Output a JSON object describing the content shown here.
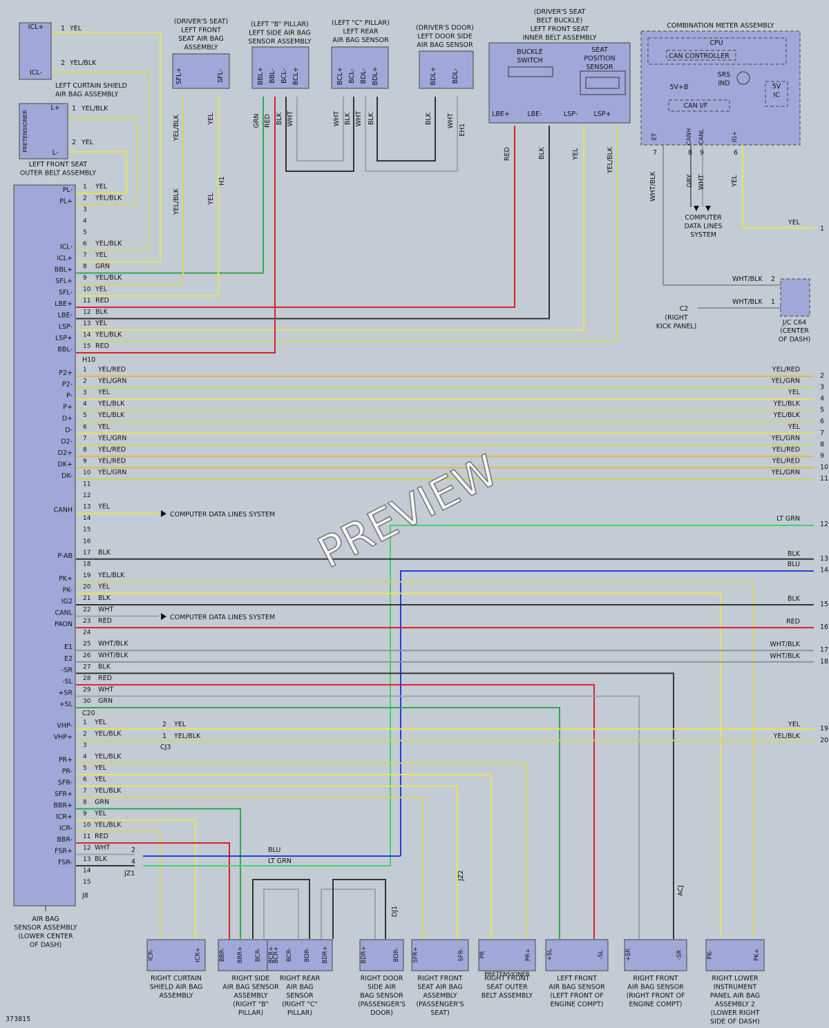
{
  "diagram_id": "373815",
  "watermark": "PREVIEW",
  "colors": {
    "YEL": "#e7e35a",
    "YEL/BLK": "#d7d26a",
    "YEL/RED": "#e6b640",
    "YEL/GRN": "#c3d95a",
    "GRN": "#2fa84a",
    "LT GRN": "#46d16b",
    "RED": "#d8202a",
    "BLK": "#333333",
    "WHT": "#9aa4ab",
    "WHT/BLK": "#8a949b",
    "BLU": "#1f3fd6",
    "GRY": "#6a7078"
  },
  "components": {
    "left_curtain": {
      "pins": [
        "ICL+",
        "ICL-"
      ],
      "caption": [
        "LEFT CURTAIN SHIELD",
        "AIR BAG ASSEMBLY"
      ]
    },
    "pretensioner": {
      "pins": [
        "L+",
        "L-"
      ],
      "side": "PRETENSIONER",
      "caption": [
        "LEFT FRONT SEAT",
        "OUTER BELT ASSEMBLY"
      ]
    },
    "left_front_seat": {
      "title": [
        "(DRIVER'S SEAT)",
        "LEFT FRONT",
        "SEAT AIR BAG",
        "ASSEMBLY"
      ],
      "pins": [
        "SFL+",
        "SFL-"
      ]
    },
    "left_b_pillar": {
      "title": [
        "(LEFT \"B\" PILLAR)",
        "LEFT SIDE AIR BAG",
        "SENSOR ASSEMBLY"
      ],
      "pins": [
        "BBL+",
        "BBL-",
        "BCL-",
        "BCL+"
      ]
    },
    "left_c_pillar": {
      "title": [
        "(LEFT \"C\" PILLAR)",
        "LEFT REAR",
        "AIR BAG SENSOR"
      ],
      "pins": [
        "BCL+",
        "BCL-",
        "BDL-",
        "BDL+"
      ]
    },
    "left_door": {
      "title": [
        "(DRIVER'S DOOR)",
        "LEFT DOOR SIDE",
        "AIR BAG SENSOR"
      ],
      "pins": [
        "BDL+",
        "BDL-"
      ]
    },
    "belt_buckle": {
      "title": [
        "(DRIVER'S SEAT",
        "BELT BUCKLE)",
        "LEFT FRONT SEAT",
        "INNER BELT ASSEMBLY"
      ],
      "buckle": [
        "BUCKLE",
        "SWITCH"
      ],
      "seatpos": [
        "SEAT",
        "POSITION",
        "SENSOR"
      ],
      "pins": [
        "LBE+",
        "LBE-",
        "LSP-",
        "LSP+"
      ]
    },
    "combo_meter": {
      "title": "COMBINATION METER ASSEMBLY",
      "cpu": "CPU",
      "can_controller": "CAN CONTROLLER",
      "can_if": "CAN I/F",
      "v5b": "5V+B",
      "srs": [
        "SRS",
        "IND"
      ],
      "ic": [
        "5V",
        "IC"
      ],
      "pins": [
        "ET",
        "CANH",
        "CANL",
        "IG+"
      ]
    },
    "main": {
      "caption": [
        "AIR BAG",
        "SENSOR ASSEMBLY",
        "(LOWER CENTER",
        "OF DASH)"
      ]
    },
    "ground": {
      "label": "C2",
      "caption": [
        "(RIGHT",
        "KICK PANEL)"
      ]
    },
    "jc": {
      "label": "J/C C64",
      "caption": [
        "(CENTER",
        "OF DASH)"
      ]
    },
    "cdl": {
      "caption": [
        "COMPUTER",
        "DATA LINES",
        "SYSTEM"
      ],
      "arrow": "COMPUTER DATA LINES SYSTEM"
    }
  },
  "h10_pins": [
    {
      "n": "1",
      "name": "PL-",
      "wire": "YEL"
    },
    {
      "n": "2",
      "name": "PL+",
      "wire": "YEL/BLK"
    },
    {
      "n": "3",
      "name": "",
      "wire": ""
    },
    {
      "n": "4",
      "name": "",
      "wire": ""
    },
    {
      "n": "5",
      "name": "",
      "wire": ""
    },
    {
      "n": "6",
      "name": "ICL-",
      "wire": "YEL/BLK"
    },
    {
      "n": "7",
      "name": "ICL+",
      "wire": "YEL"
    },
    {
      "n": "8",
      "name": "BBL+",
      "wire": "GRN"
    },
    {
      "n": "9",
      "name": "SFL+",
      "wire": "YEL/BLK"
    },
    {
      "n": "10",
      "name": "SFL-",
      "wire": "YEL"
    },
    {
      "n": "11",
      "name": "LBE+",
      "wire": "RED"
    },
    {
      "n": "12",
      "name": "LBE-",
      "wire": "BLK"
    },
    {
      "n": "13",
      "name": "LSP-",
      "wire": "YEL"
    },
    {
      "n": "14",
      "name": "LSP+",
      "wire": "YEL/BLK"
    },
    {
      "n": "15",
      "name": "BBL-",
      "wire": "RED"
    }
  ],
  "connector_labels": {
    "h10": "H10",
    "c20": "C20",
    "cj3": "CJ3",
    "j8": "J8",
    "h1": "H1",
    "eh1": "EH1",
    "dj1": "DJ1",
    "jz2": "JZ2",
    "jz1": "JZ1",
    "acj": "ACJ"
  },
  "c20_pins": [
    {
      "n": "1",
      "name": "P2+",
      "wire": "YEL/RED",
      "out": "2",
      "rw": "YEL/RED"
    },
    {
      "n": "2",
      "name": "P2-",
      "wire": "YEL/GRN",
      "out": "3",
      "rw": "YEL/GRN"
    },
    {
      "n": "3",
      "name": "P-",
      "wire": "YEL",
      "out": "4",
      "rw": "YEL"
    },
    {
      "n": "4",
      "name": "P+",
      "wire": "YEL/BLK",
      "out": "5",
      "rw": "YEL/BLK"
    },
    {
      "n": "5",
      "name": "D+",
      "wire": "YEL/BLK",
      "out": "6",
      "rw": "YEL/BLK"
    },
    {
      "n": "6",
      "name": "D-",
      "wire": "YEL",
      "out": "7",
      "rw": "YEL"
    },
    {
      "n": "7",
      "name": "D2-",
      "wire": "YEL/GRN",
      "out": "8",
      "rw": "YEL/GRN"
    },
    {
      "n": "8",
      "name": "D2+",
      "wire": "YEL/RED",
      "out": "9",
      "rw": "YEL/RED"
    },
    {
      "n": "9",
      "name": "DK+",
      "wire": "YEL/RED",
      "out": "10",
      "rw": "YEL/RED"
    },
    {
      "n": "10",
      "name": "DK-",
      "wire": "YEL/GRN",
      "out": "11",
      "rw": "YEL/GRN"
    },
    {
      "n": "11",
      "name": "",
      "wire": "",
      "out": "",
      "rw": ""
    },
    {
      "n": "12",
      "name": "",
      "wire": "",
      "out": "",
      "rw": ""
    },
    {
      "n": "13",
      "name": "CANH",
      "wire": "YEL",
      "out": "",
      "rw": ""
    },
    {
      "n": "14",
      "name": "",
      "wire": "",
      "out": "12",
      "rw": "LT GRN"
    },
    {
      "n": "15",
      "name": "",
      "wire": "",
      "out": "",
      "rw": ""
    },
    {
      "n": "16",
      "name": "",
      "wire": "",
      "out": "",
      "rw": ""
    },
    {
      "n": "17",
      "name": "P-AB",
      "wire": "BLK",
      "out": "13",
      "rw": "BLK"
    },
    {
      "n": "18",
      "name": "",
      "wire": "",
      "out": "14",
      "rw": "BLU"
    },
    {
      "n": "19",
      "name": "PK+",
      "wire": "YEL/BLK",
      "out": "",
      "rw": ""
    },
    {
      "n": "20",
      "name": "PK-",
      "wire": "YEL",
      "out": "",
      "rw": ""
    },
    {
      "n": "21",
      "name": "IG2",
      "wire": "BLK",
      "out": "15",
      "rw": "BLK"
    },
    {
      "n": "22",
      "name": "CANL",
      "wire": "WHT",
      "out": "",
      "rw": ""
    },
    {
      "n": "23",
      "name": "PAON",
      "wire": "RED",
      "out": "16",
      "rw": "RED"
    },
    {
      "n": "24",
      "name": "",
      "wire": "",
      "out": "",
      "rw": ""
    },
    {
      "n": "25",
      "name": "E1",
      "wire": "WHT/BLK",
      "out": "17",
      "rw": "WHT/BLK"
    },
    {
      "n": "26",
      "name": "E2",
      "wire": "WHT/BLK",
      "out": "18",
      "rw": "WHT/BLK"
    },
    {
      "n": "27",
      "name": "-SR",
      "wire": "BLK",
      "out": "",
      "rw": ""
    },
    {
      "n": "28",
      "name": "-SL",
      "wire": "RED",
      "out": "",
      "rw": ""
    },
    {
      "n": "29",
      "name": "+SR",
      "wire": "WHT",
      "out": "",
      "rw": ""
    },
    {
      "n": "30",
      "name": "+SL",
      "wire": "GRN",
      "out": "",
      "rw": ""
    }
  ],
  "j8_pins": [
    {
      "n": "1",
      "name": "VHP-",
      "wire": "YEL",
      "out": "19",
      "rw": "YEL"
    },
    {
      "n": "2",
      "name": "VHP+",
      "wire": "YEL/BLK",
      "out": "20",
      "rw": "YEL/BLK"
    },
    {
      "n": "3",
      "name": "",
      "wire": ""
    },
    {
      "n": "4",
      "name": "PR+",
      "wire": "YEL/BLK"
    },
    {
      "n": "5",
      "name": "PR-",
      "wire": "YEL"
    },
    {
      "n": "6",
      "name": "SFR-",
      "wire": "YEL"
    },
    {
      "n": "7",
      "name": "SFR+",
      "wire": "YEL/BLK"
    },
    {
      "n": "8",
      "name": "BBR+",
      "wire": "GRN"
    },
    {
      "n": "9",
      "name": "ICR+",
      "wire": "YEL"
    },
    {
      "n": "10",
      "name": "ICR-",
      "wire": "YEL/BLK"
    },
    {
      "n": "11",
      "name": "BBR-",
      "wire": "RED"
    },
    {
      "n": "12",
      "name": "FSR+",
      "wire": "WHT"
    },
    {
      "n": "13",
      "name": "FSR-",
      "wire": "BLK"
    },
    {
      "n": "14",
      "name": "",
      "wire": ""
    },
    {
      "n": "15",
      "name": "",
      "wire": ""
    }
  ],
  "right_edge": {
    "o1": "1",
    "o1w": "YEL"
  },
  "bottom": [
    {
      "pins": [
        "ICR-",
        "ICR+"
      ],
      "caption": [
        "RIGHT CURTAIN",
        "SHIELD AIR BAG",
        "ASSEMBLY"
      ]
    },
    {
      "pins": [
        "BBR-",
        "BBR+",
        "BCR-",
        "BCR+"
      ],
      "caption": [
        "RIGHT SIDE",
        "AIR BAG SENSOR",
        "ASSEMBLY",
        "(RIGHT \"B\"",
        "PILLAR)"
      ]
    },
    {
      "pins": [
        "BCR+",
        "BCR-",
        "BDR-",
        "BDR+"
      ],
      "caption": [
        "RIGHT REAR",
        "AIR BAG",
        "SENSOR",
        "(RIGHT \"C\"",
        "PILLAR)"
      ]
    },
    {
      "pins": [
        "BDR+",
        "BDR-"
      ],
      "caption": [
        "RIGHT DOOR",
        "SIDE AIR",
        "BAG SENSOR",
        "(PASSENGER'S",
        "DOOR)"
      ]
    },
    {
      "pins": [
        "SFR+",
        "SFR-"
      ],
      "caption": [
        "RIGHT FRONT",
        "SEAT AIR BAG",
        "ASSEMBLY",
        "(PASSENGER'S",
        "SEAT)"
      ]
    },
    {
      "pins": [
        "PR",
        "PR+"
      ],
      "side": "PRETENSIONER",
      "caption": [
        "RIGHT FRONT",
        "SEAT OUTER",
        "BELT ASSEMBLY"
      ]
    },
    {
      "pins": [
        "+SL",
        "-SL"
      ],
      "caption": [
        "LEFT FRONT",
        "AIR BAG SENSOR",
        "(LEFT FRONT OF",
        "ENGINE COMPT)"
      ]
    },
    {
      "pins": [
        "+SR",
        "-SR"
      ],
      "caption": [
        "RIGHT FRONT",
        "AIR BAG SENSOR",
        "(RIGHT FRONT OF",
        "ENGINE COMPT)"
      ]
    },
    {
      "pins": [
        "PK-",
        "PK+"
      ],
      "caption": [
        "RIGHT LOWER",
        "INSTRUMENT",
        "PANEL AIR BAG",
        "ASSEMBLY 2",
        "(LOWER RIGHT",
        "SIDE OF DASH)"
      ]
    }
  ]
}
